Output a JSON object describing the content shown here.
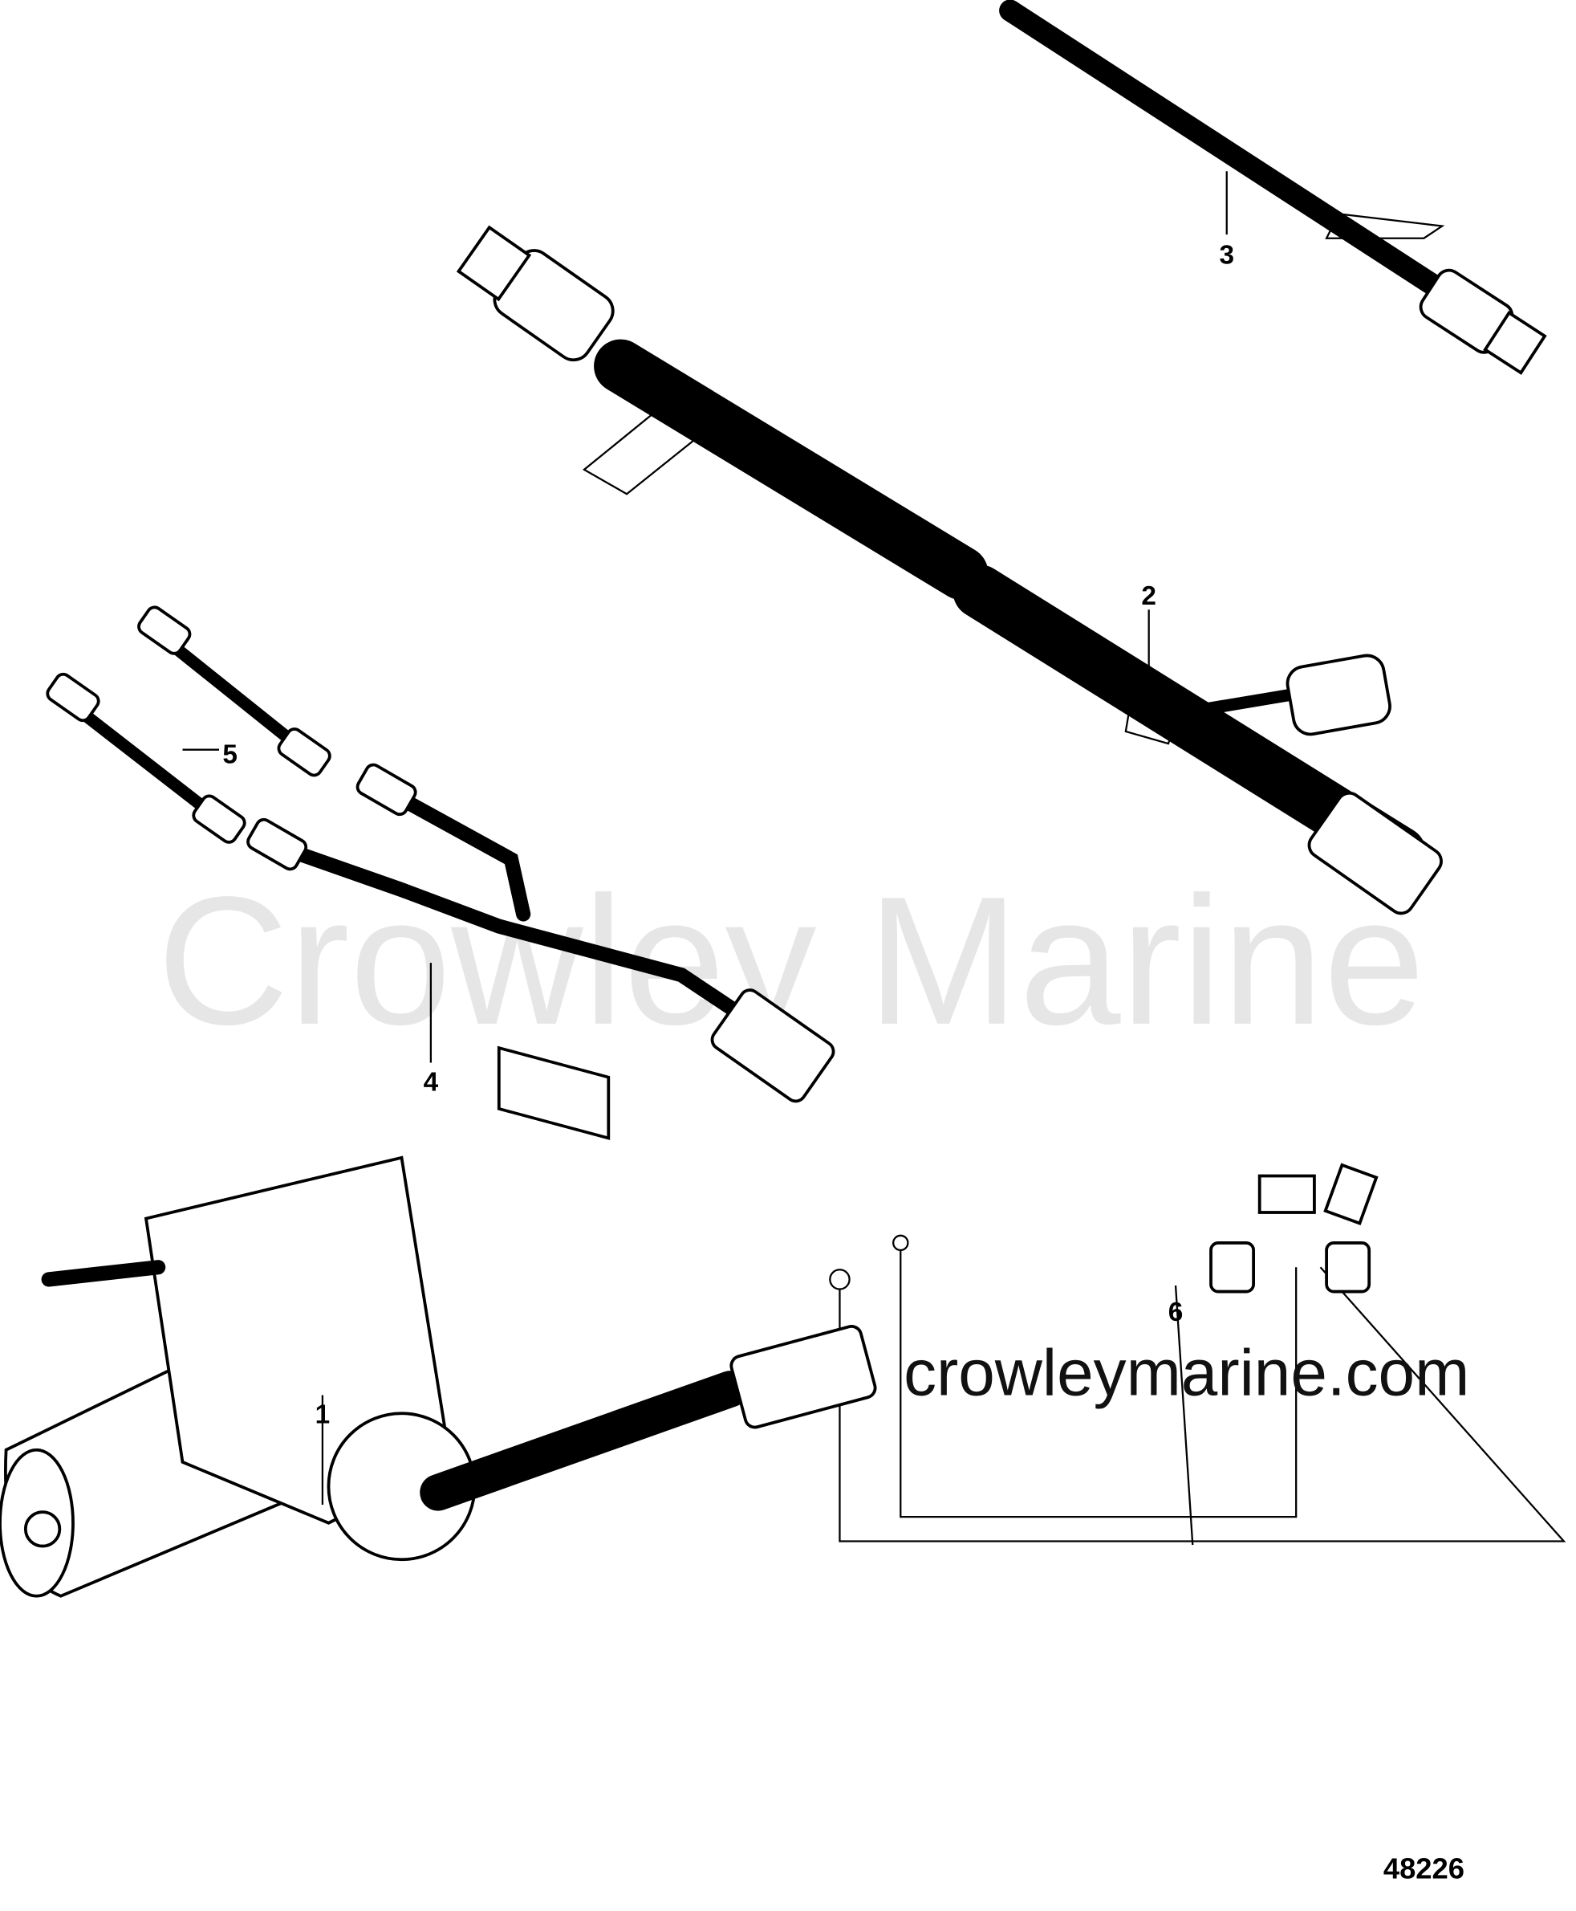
{
  "watermark": "Crowley Marine",
  "website": "crowleymarine.com",
  "figure_number": "48226",
  "callouts": [
    {
      "label": "1"
    },
    {
      "label": "2"
    },
    {
      "label": "3"
    },
    {
      "label": "4"
    },
    {
      "label": "5"
    },
    {
      "label": "6"
    }
  ]
}
